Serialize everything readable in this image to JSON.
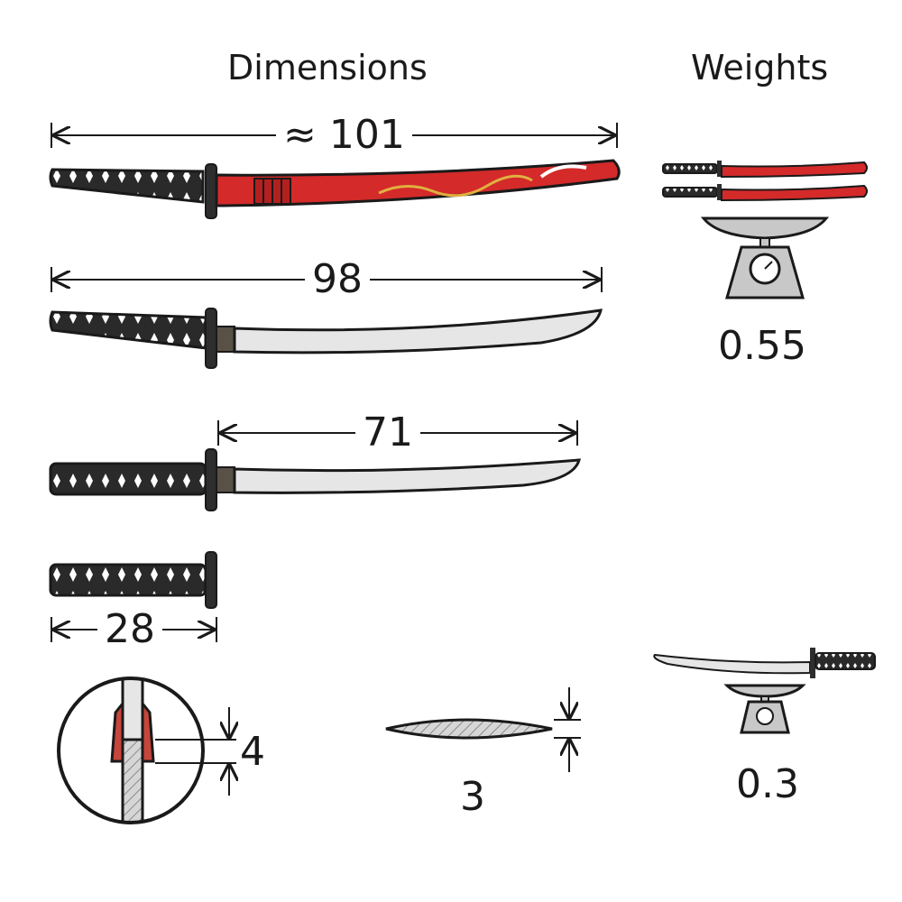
{
  "headings": {
    "dimensions": "Dimensions",
    "weights": "Weights"
  },
  "dimensions": {
    "overall_sheathed": "≈ 101",
    "overall_sword": "98",
    "blade_length": "71",
    "handle_length": "28",
    "blade_base_thickness": "4",
    "blade_thickness": "3"
  },
  "weights": {
    "pair_weight": "0.55",
    "single_weight": "0.3"
  },
  "colors": {
    "scabbard_red": "#d42a2a",
    "handle_black": "#2a2a2a",
    "blade_silver": "#e6e6e6",
    "outline": "#1a1a1a",
    "scale_grey": "#c8c8c8"
  }
}
